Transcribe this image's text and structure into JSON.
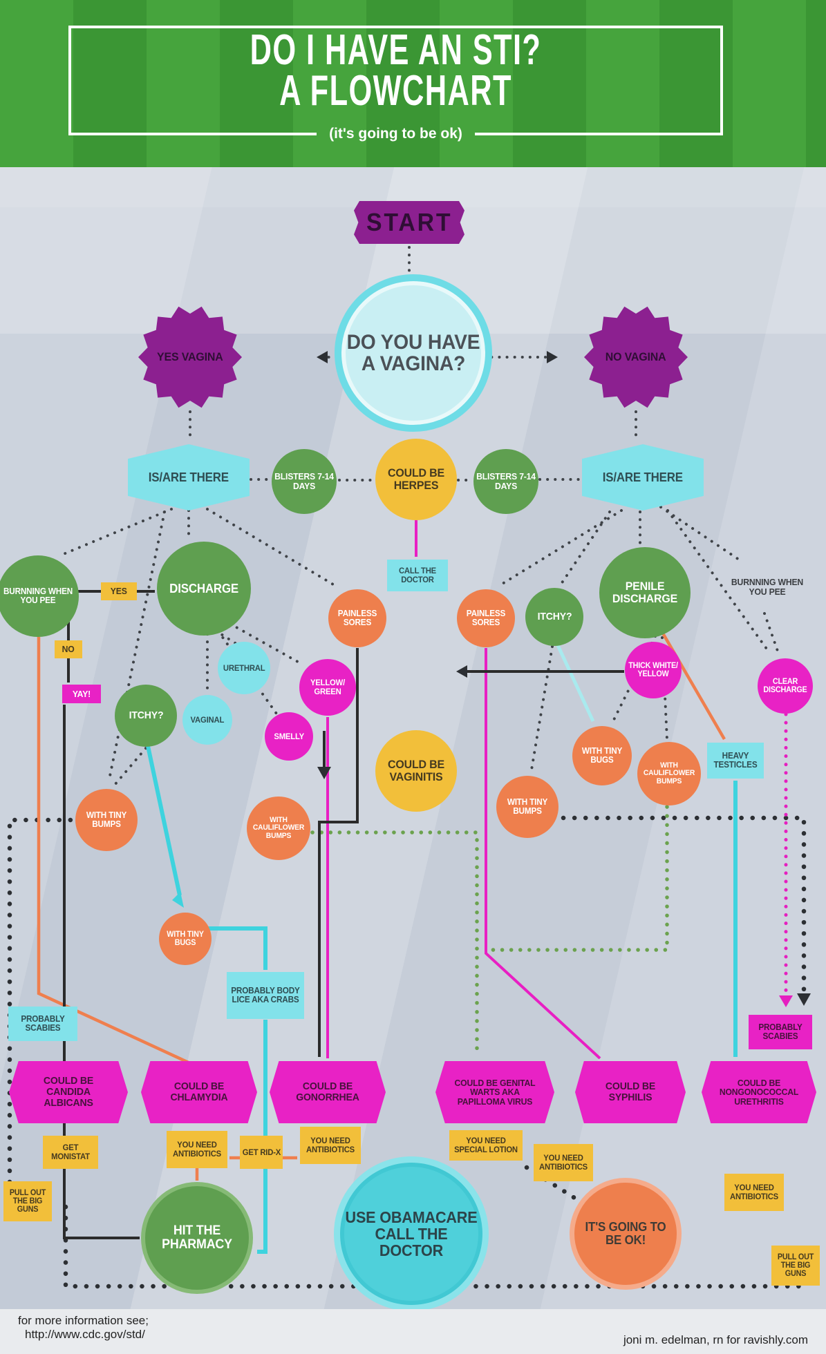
{
  "header": {
    "title_line1": "DO I HAVE AN STI?",
    "title_line2": "A FLOWCHART",
    "subtitle": "(it's going to be ok)"
  },
  "colors": {
    "purple": "#8c2090",
    "cyan": "#82e2ea",
    "green": "#5f9f50",
    "yellow": "#f2bf3a",
    "orange": "#ee7f4d",
    "magenta": "#e822c5",
    "header_green": "#46a43d"
  },
  "nodes": {
    "start": "START",
    "question_vagina": "DO YOU HAVE A VAGINA?",
    "yes_vagina": "YES VAGINA",
    "no_vagina": "NO VAGINA",
    "is_are_there": "IS/ARE THERE",
    "blisters": "BLISTERS 7-14 DAYS",
    "could_be_herpes": "COULD BE HERPES",
    "call_the_doctor": "CALL THE DOCTOR",
    "burning_when_you_pee": "BURNNING WHEN YOU PEE",
    "discharge": "DISCHARGE",
    "yes": "YES",
    "no": "NO",
    "yay": "YAY!",
    "itchy": "ITCHY?",
    "urethral": "URETHRAL",
    "vaginal": "VAGINAL",
    "yellow_green": "YELLOW/ GREEN",
    "smelly": "SMELLY",
    "painless_sores": "PAINLESS SORES",
    "penile_discharge": "PENILE DISCHARGE",
    "thick_white_yellow": "THICK WHITE/ YELLOW",
    "clear_discharge": "CLEAR DISCHARGE",
    "could_be_vaginitis": "COULD BE VAGINITIS",
    "with_tiny_bugs": "WITH TINY BUGS",
    "with_cauliflower_bumps": "WITH CAULIFLOWER BUMPS",
    "heavy_testicles": "HEAVY TESTICLES",
    "with_tiny_bumps": "WITH TINY BUMPS",
    "probably_body_lice": "PROBABLY BODY LICE AKA CRABS",
    "probably_scabies": "PROBABLY SCABIES",
    "could_be_candida": "COULD BE CANDIDA ALBICANS",
    "could_be_chlamydia": "COULD BE CHLAMYDIA",
    "could_be_gonorrhea": "COULD BE GONORRHEA",
    "could_be_genital_warts": "COULD BE GENITAL WARTS AKA PAPILLOMA VIRUS",
    "could_be_syphilis": "COULD BE SYPHILIS",
    "could_be_nongonococcal": "COULD BE NONGONOCOCCAL URETHRITIS",
    "get_monistat": "GET MONISTAT",
    "you_need_antibiotics": "YOU NEED ANTIBIOTICS",
    "get_rid_x": "GET RID-X",
    "you_need_special_lotion": "YOU NEED SPECIAL LOTION",
    "pull_out_the_big_guns": "PULL OUT THE BIG GUNS",
    "hit_the_pharmacy": "HIT THE PHARMACY",
    "use_obamacare": "USE OBAMACARE CALL THE DOCTOR",
    "its_going_to_be_ok": "IT'S GOING TO BE OK!"
  },
  "footer": {
    "info_line1": "for more information see;",
    "info_line2": "http://www.cdc.gov/std/",
    "credit": "joni m. edelman, rn for ravishly.com"
  }
}
